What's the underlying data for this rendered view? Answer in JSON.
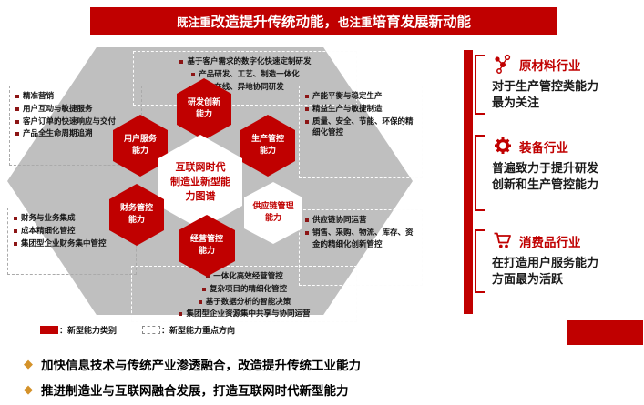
{
  "banner": {
    "part1": "既注重",
    "part2": "改造提升传统动能，",
    "part3": "也注重",
    "part4": "培育发展新动能"
  },
  "hexmap": {
    "center": "互联网时代\n制造业新型能\n力图谱",
    "rd": "研发创新\n能力",
    "production": "生产管控\n能力",
    "user": "用户服务\n能力",
    "supply": "供应链管理\n能力",
    "finance": "财务管控\n能力",
    "operation": "经营管控\n能力"
  },
  "boxes": {
    "rd": {
      "items": [
        "基于客户需求的数字化快速定制研发",
        "产品研发、工艺、制造一体化",
        "在线、异地协同研发"
      ]
    },
    "user": {
      "items": [
        "精准营销",
        "用户互动与敏捷服务",
        "客户订单的快速响应与交付",
        "产品全生命周期追溯"
      ]
    },
    "production": {
      "items": [
        "产能平衡与稳定生产",
        "精益生产与敏捷制造",
        "质量、安全、节能、环保的精细化管控"
      ]
    },
    "finance": {
      "items": [
        "财务与业务集成",
        "成本精细化管控",
        "集团型企业财务集中管控"
      ]
    },
    "supply": {
      "items": [
        "供应链协同运营",
        "销售、采购、物流、库存、资金的精细化创新管控"
      ]
    },
    "operation": {
      "items": [
        "一体化高效经营管控",
        "复杂项目的精细化管控",
        "基于数据分析的智能决策",
        "集团型企业资源集中共享与协同运营"
      ]
    }
  },
  "legend": {
    "type_label": "：新型能力类别",
    "direction_label": "：新型能力重点方向"
  },
  "industries": [
    {
      "title": "原材料行业",
      "desc": "对于生产管控类能力最为关注",
      "icon": "molecule-icon"
    },
    {
      "title": "装备行业",
      "desc": "普遍致力于提升研发创新和生产管控能力",
      "icon": "gear-icon"
    },
    {
      "title": "消费品行业",
      "desc": "在打造用户服务能力方面最为活跃",
      "icon": "cart-icon"
    }
  ],
  "takeaways": [
    "加快信息技术与传统产业渗透融合，改造提升传统工业能力",
    "推进制造业与互联网融合发展，打造互联网时代新型能力"
  ],
  "icons": {
    "diamond_bullet": "◆"
  },
  "colors": {
    "primary_red": "#C00000",
    "hex_gray": "#BFBFBF",
    "diamond_gold": "#D4922A"
  }
}
